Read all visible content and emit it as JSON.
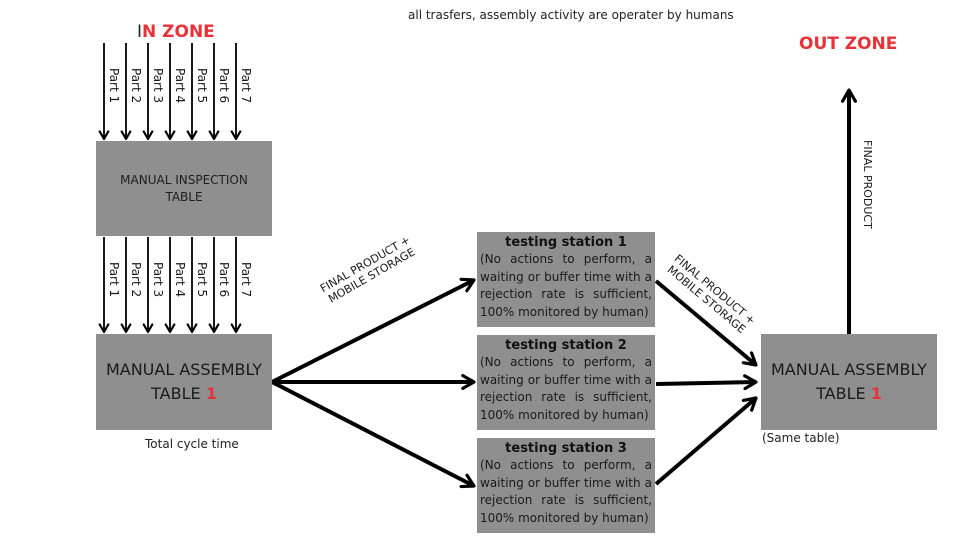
{
  "header_note": "all trasfers, assembly activity are operater by humans",
  "in_zone": {
    "first_letter": "I",
    "rest": "N ZONE"
  },
  "out_zone": "OUT ZONE",
  "parts": [
    "Part 1",
    "Part 2",
    "Part 3",
    "Part 4",
    "Part 5",
    "Part 6",
    "Part 7"
  ],
  "inspection_table": {
    "line1": "MANUAL INSPECTION",
    "line2": "TABLE"
  },
  "assembly_table_left": {
    "line1": "MANUAL ASSEMBLY",
    "line2": "TABLE",
    "number": "1",
    "caption": "Total cycle time"
  },
  "assembly_table_right": {
    "line1": "MANUAL ASSEMBLY",
    "line2": "TABLE",
    "number": "1",
    "caption": "(Same table)"
  },
  "testing_stations": [
    {
      "title": "testing station 1",
      "description": "(No actions to perform, a waiting or buffer time with a rejection rate is sufficient, 100% monitored by human)"
    },
    {
      "title": "testing station 2",
      "description": "(No actions to perform, a waiting or buffer time with a rejection rate is sufficient, 100% monitored by human)"
    },
    {
      "title": "testing station 3",
      "description": "(No actions to perform, a waiting or buffer time with a rejection rate is sufficient, 100% monitored by human)"
    }
  ],
  "flow_labels": {
    "to_testing": {
      "line1": "FINAL PRODUCT +",
      "line2": "MOBILE STORAGE"
    },
    "from_testing": {
      "line1": "FINAL PRODUCT +",
      "line2": "MOBILE STORAGE"
    },
    "to_out": "FINAL PRODUCT"
  },
  "colors": {
    "box_fill": "#8f8f8f",
    "accent_red": "#e8323a",
    "arrow": "#000000"
  }
}
